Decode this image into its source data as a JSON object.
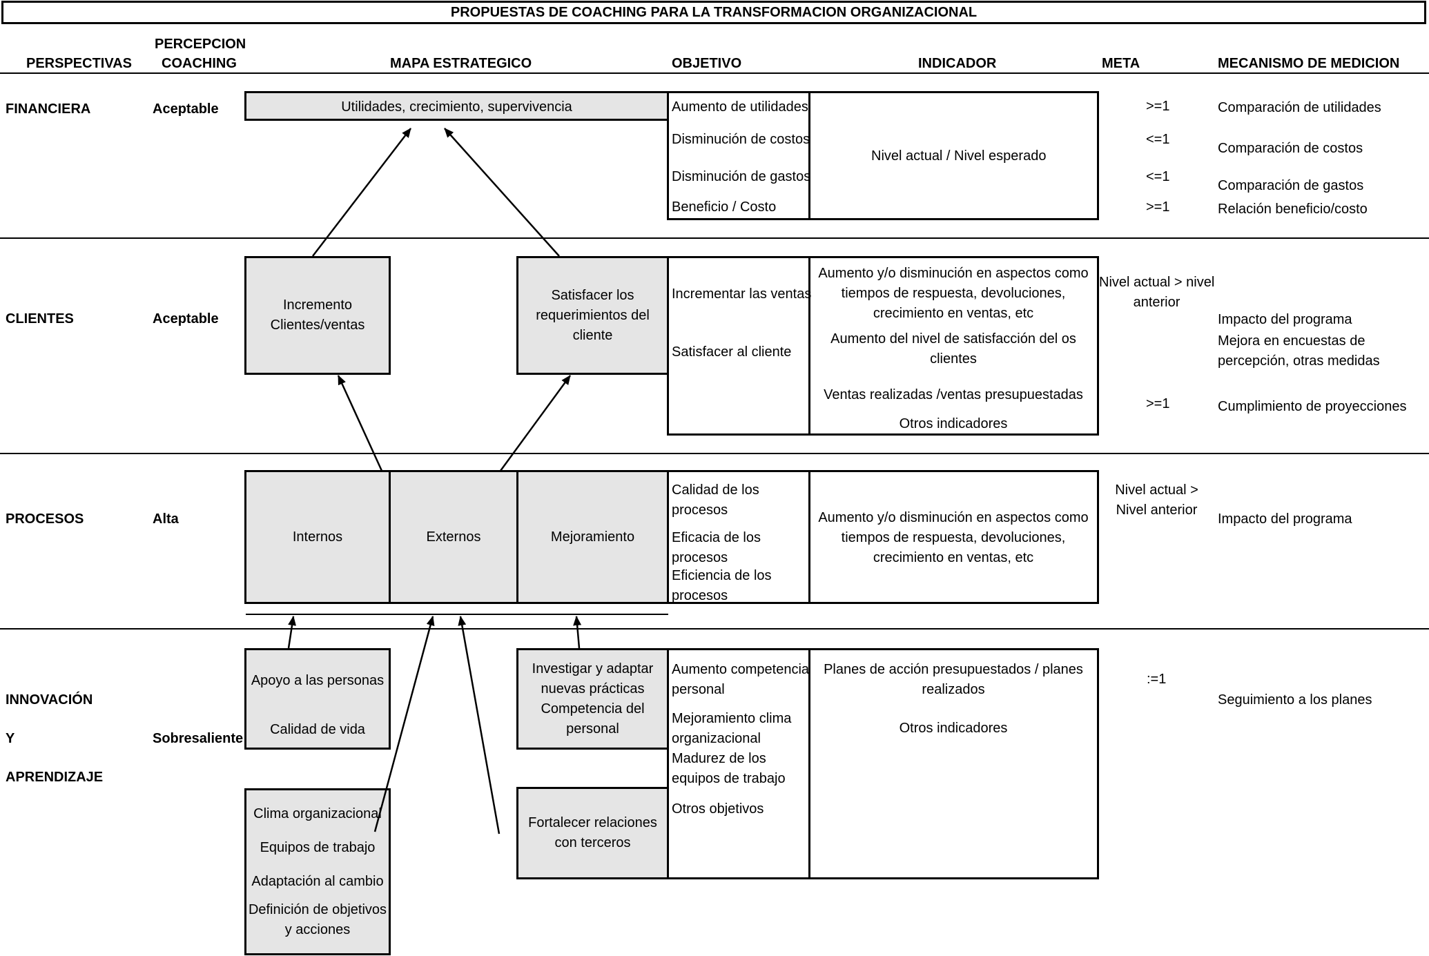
{
  "title": "PROPUESTAS DE COACHING PARA LA TRANSFORMACION ORGANIZACIONAL",
  "headers": {
    "perspectivas": "PERSPECTIVAS",
    "percepcion_1": "PERCEPCION",
    "percepcion_2": "COACHING",
    "mapa": "MAPA ESTRATEGICO",
    "objetivo": "OBJETIVO",
    "indicador": "INDICADOR",
    "meta": "META",
    "mecanismo": "MECANISMO DE MEDICION"
  },
  "financiera": {
    "perspectiva": "FINANCIERA",
    "percepcion": "Aceptable",
    "mapa_box": "Utilidades, crecimiento, supervivencia",
    "objetivos": [
      "Aumento de utilidades",
      "Disminución de costos",
      "Disminución de gastos",
      "Beneficio / Costo"
    ],
    "indicador": "Nivel actual / Nivel esperado",
    "metas": [
      ">=1",
      "<=1",
      "<=1",
      ">=1"
    ],
    "mecanismos": [
      "Comparación de utilidades",
      "Comparación de costos",
      "Comparación de gastos",
      "Relación beneficio/costo"
    ]
  },
  "clientes": {
    "perspectiva": "CLIENTES",
    "percepcion": "Aceptable",
    "box_incremento": [
      "Incremento",
      "Clientes/ventas"
    ],
    "box_satisfacer": [
      "Satisfacer los",
      "requerimientos del",
      "cliente"
    ],
    "objetivos": [
      "Incrementar las ventas",
      "Satisfacer al cliente"
    ],
    "indicador_1": [
      "Aumento y/o disminución en aspectos como",
      "tiempos de respuesta, devoluciones,",
      "crecimiento en ventas, etc"
    ],
    "indicador_2": [
      "Aumento del nivel de satisfacción del os",
      "clientes"
    ],
    "indicador_3": "Ventas realizadas /ventas presupuestadas",
    "indicador_4": "Otros indicadores",
    "meta_1": [
      "Nivel actual > nivel",
      "anterior"
    ],
    "meta_2": ">=1",
    "mecanismo_1": "Impacto del  programa",
    "mecanismo_2": [
      "Mejora en encuestas de",
      "percepción, otras medidas"
    ],
    "mecanismo_3": "Cumplimiento de proyecciones"
  },
  "procesos": {
    "perspectiva": "PROCESOS",
    "percepcion": "Alta",
    "boxes": [
      "Internos",
      "Externos",
      "Mejoramiento"
    ],
    "objetivos": [
      [
        "Calidad de los",
        "procesos"
      ],
      [
        "Eficacia de los",
        "procesos"
      ],
      [
        "Eficiencia de los",
        "procesos"
      ]
    ],
    "indicador": [
      "Aumento y/o disminución en aspectos como",
      "tiempos de respuesta, devoluciones,",
      "crecimiento en ventas, etc"
    ],
    "meta": [
      "Nivel actual >",
      "Nivel anterior"
    ],
    "mecanismo": "Impacto del  programa"
  },
  "innovacion": {
    "perspectiva_1": "INNOVACIÓN",
    "perspectiva_2": "Y",
    "perspectiva_3": "APRENDIZAJE",
    "percepcion": "Sobresaliente",
    "box_apoyo": [
      "Apoyo a las personas",
      "Calidad de vida"
    ],
    "box_clima": [
      "Clima organizacional",
      "Equipos de trabajo",
      "Adaptación al cambio",
      "Definición de objetivos",
      "y acciones"
    ],
    "box_investigar": [
      "Investigar y adaptar",
      "nuevas prácticas",
      "Competencia del",
      "personal"
    ],
    "box_fortalecer": [
      "Fortalecer relaciones",
      "con terceros"
    ],
    "objetivos": [
      [
        "Aumento competencia",
        "personal"
      ],
      [
        "Mejoramiento clima",
        "organizacional"
      ],
      [
        "Madurez de los",
        "equipos de trabajo"
      ],
      [
        "Otros objetivos"
      ]
    ],
    "indicador_1": [
      "Planes de acción presupuestados / planes",
      "realizados"
    ],
    "indicador_2": "Otros indicadores",
    "meta": ":=1",
    "mecanismo": "Seguimiento a los planes"
  }
}
